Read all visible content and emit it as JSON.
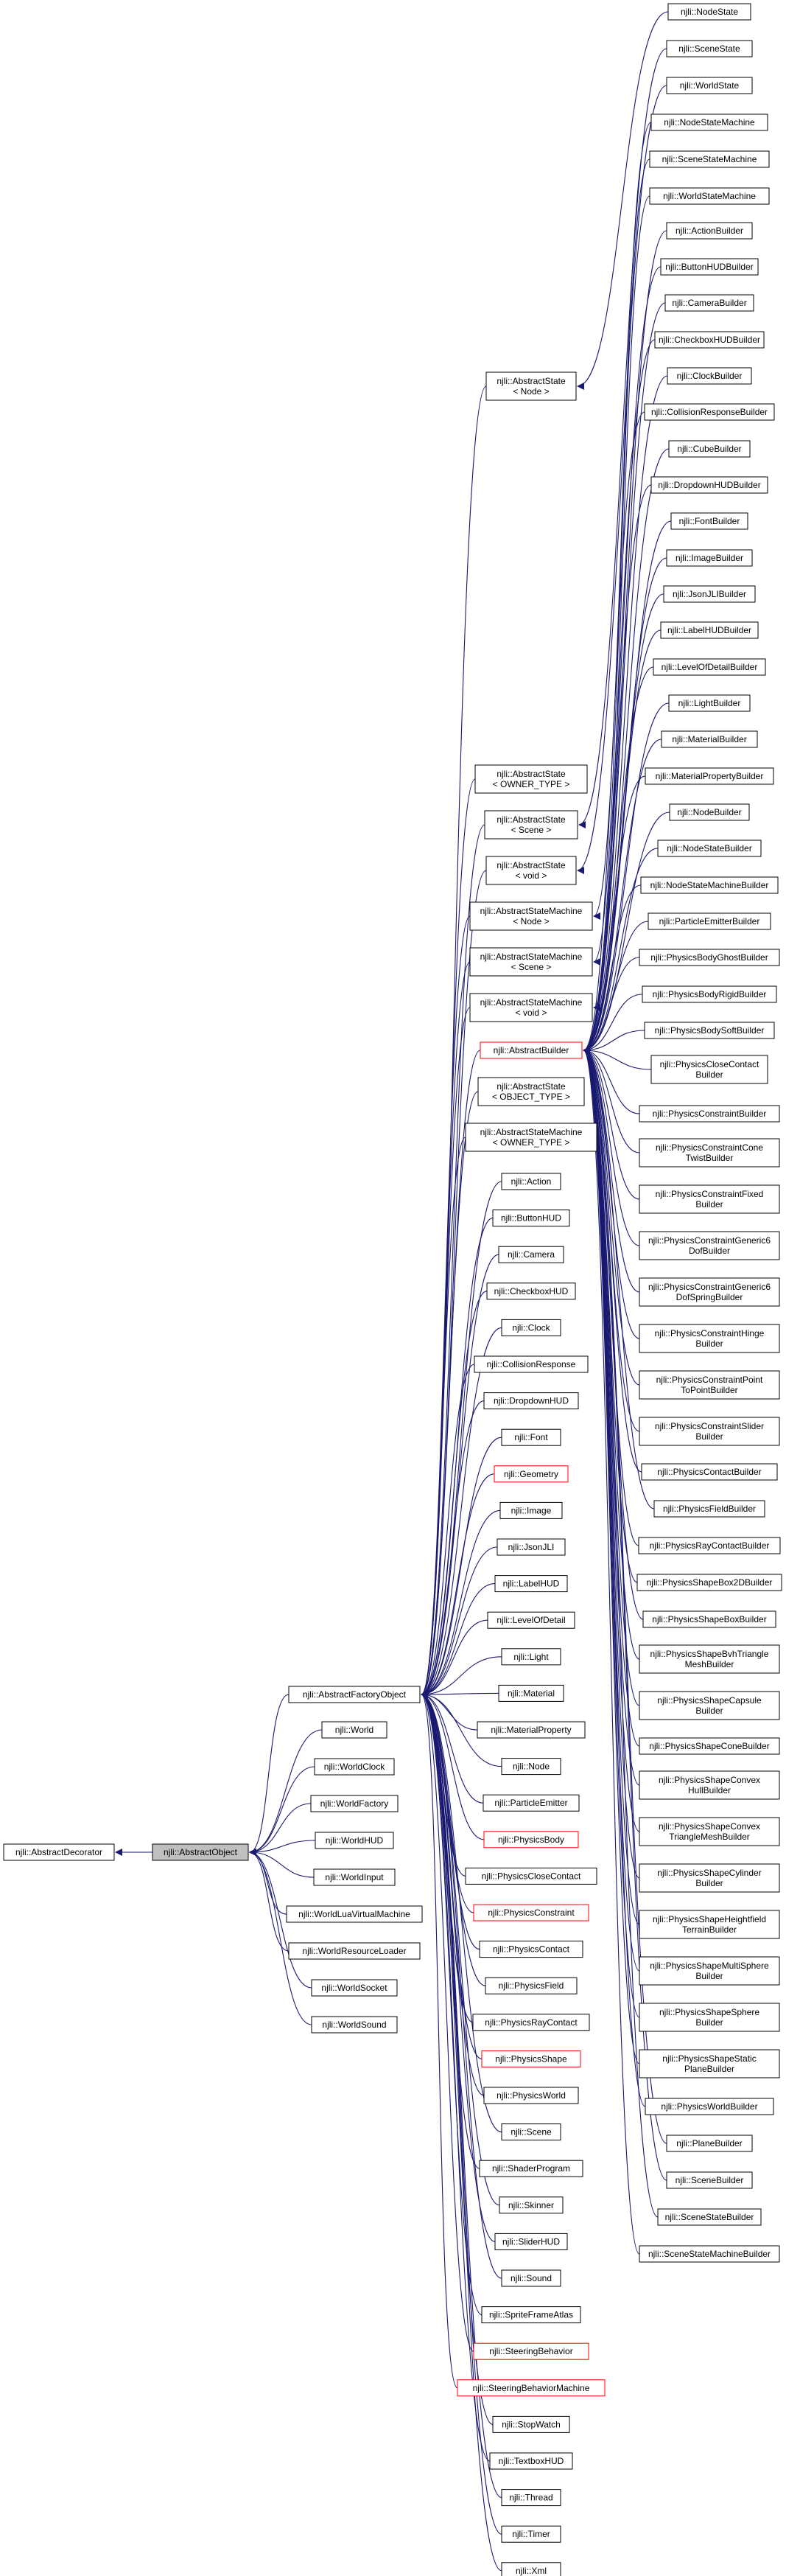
{
  "colors": {
    "edge": "#191970",
    "incomplete_border": "#ff0000",
    "node_border": "#000000",
    "root_fill": "#bfbfbf"
  },
  "nodes": [
    {
      "id": "abstractdecorator",
      "label": [
        "njli::AbstractDecorator"
      ]
    },
    {
      "id": "abstractobject",
      "label": [
        "njli::AbstractObject"
      ],
      "root": true
    },
    {
      "id": "abstractfactoryobject",
      "label": [
        "njli::AbstractFactoryObject"
      ]
    },
    {
      "id": "world",
      "label": [
        "njli::World"
      ]
    },
    {
      "id": "worldclock",
      "label": [
        "njli::WorldClock"
      ]
    },
    {
      "id": "worldfactory",
      "label": [
        "njli::WorldFactory"
      ]
    },
    {
      "id": "worldhud",
      "label": [
        "njli::WorldHUD"
      ]
    },
    {
      "id": "worldinput",
      "label": [
        "njli::WorldInput"
      ]
    },
    {
      "id": "worldluavm",
      "label": [
        "njli::WorldLuaVirtualMachine"
      ]
    },
    {
      "id": "worldresourceloader",
      "label": [
        "njli::WorldResourceLoader"
      ]
    },
    {
      "id": "worldsocket",
      "label": [
        "njli::WorldSocket"
      ]
    },
    {
      "id": "worldsound",
      "label": [
        "njli::WorldSound"
      ]
    },
    {
      "id": "as_node",
      "label": [
        "njli::AbstractState",
        "< Node >"
      ]
    },
    {
      "id": "as_owner",
      "label": [
        "njli::AbstractState",
        "< OWNER_TYPE >"
      ]
    },
    {
      "id": "as_scene",
      "label": [
        "njli::AbstractState",
        "< Scene >"
      ]
    },
    {
      "id": "as_void",
      "label": [
        "njli::AbstractState",
        "< void >"
      ]
    },
    {
      "id": "asm_node",
      "label": [
        "njli::AbstractStateMachine",
        "< Node >"
      ]
    },
    {
      "id": "asm_scene",
      "label": [
        "njli::AbstractStateMachine",
        "< Scene >"
      ]
    },
    {
      "id": "asm_void",
      "label": [
        "njli::AbstractStateMachine",
        "< void >"
      ]
    },
    {
      "id": "abstractbuilder",
      "label": [
        "njli::AbstractBuilder"
      ],
      "red": true
    },
    {
      "id": "as_object",
      "label": [
        "njli::AbstractState",
        "< OBJECT_TYPE >"
      ]
    },
    {
      "id": "asm_owner",
      "label": [
        "njli::AbstractStateMachine",
        "< OWNER_TYPE >"
      ]
    },
    {
      "id": "action",
      "label": [
        "njli::Action"
      ]
    },
    {
      "id": "buttonhud",
      "label": [
        "njli::ButtonHUD"
      ]
    },
    {
      "id": "camera",
      "label": [
        "njli::Camera"
      ]
    },
    {
      "id": "checkboxhud",
      "label": [
        "njli::CheckboxHUD"
      ]
    },
    {
      "id": "clock",
      "label": [
        "njli::Clock"
      ]
    },
    {
      "id": "collisionresponse",
      "label": [
        "njli::CollisionResponse"
      ]
    },
    {
      "id": "dropdownhud",
      "label": [
        "njli::DropdownHUD"
      ]
    },
    {
      "id": "font",
      "label": [
        "njli::Font"
      ]
    },
    {
      "id": "geometry",
      "label": [
        "njli::Geometry"
      ],
      "red": true
    },
    {
      "id": "image",
      "label": [
        "njli::Image"
      ]
    },
    {
      "id": "jsonjli",
      "label": [
        "njli::JsonJLI"
      ]
    },
    {
      "id": "labelhud",
      "label": [
        "njli::LabelHUD"
      ]
    },
    {
      "id": "levelofdetail",
      "label": [
        "njli::LevelOfDetail"
      ]
    },
    {
      "id": "light",
      "label": [
        "njli::Light"
      ]
    },
    {
      "id": "material",
      "label": [
        "njli::Material"
      ]
    },
    {
      "id": "materialproperty",
      "label": [
        "njli::MaterialProperty"
      ]
    },
    {
      "id": "node",
      "label": [
        "njli::Node"
      ]
    },
    {
      "id": "particleemitter",
      "label": [
        "njli::ParticleEmitter"
      ]
    },
    {
      "id": "physicsbody",
      "label": [
        "njli::PhysicsBody"
      ],
      "red": true
    },
    {
      "id": "physicsclosecontact",
      "label": [
        "njli::PhysicsCloseContact"
      ]
    },
    {
      "id": "physicsconstraint",
      "label": [
        "njli::PhysicsConstraint"
      ],
      "red": true
    },
    {
      "id": "physicscontact",
      "label": [
        "njli::PhysicsContact"
      ]
    },
    {
      "id": "physicsfield",
      "label": [
        "njli::PhysicsField"
      ]
    },
    {
      "id": "physicsraycontact",
      "label": [
        "njli::PhysicsRayContact"
      ]
    },
    {
      "id": "physicsshape",
      "label": [
        "njli::PhysicsShape"
      ],
      "red": true
    },
    {
      "id": "physicsworld",
      "label": [
        "njli::PhysicsWorld"
      ]
    },
    {
      "id": "scene",
      "label": [
        "njli::Scene"
      ]
    },
    {
      "id": "shaderprogram",
      "label": [
        "njli::ShaderProgram"
      ]
    },
    {
      "id": "skinner",
      "label": [
        "njli::Skinner"
      ]
    },
    {
      "id": "sliderhud",
      "label": [
        "njli::SliderHUD"
      ]
    },
    {
      "id": "sound",
      "label": [
        "njli::Sound"
      ]
    },
    {
      "id": "spriteframeatlas",
      "label": [
        "njli::SpriteFrameAtlas"
      ]
    },
    {
      "id": "steeringbehavior",
      "label": [
        "njli::SteeringBehavior"
      ],
      "red": true
    },
    {
      "id": "steeringbehaviormachine",
      "label": [
        "njli::SteeringBehaviorMachine"
      ],
      "red": true
    },
    {
      "id": "stopwatch",
      "label": [
        "njli::StopWatch"
      ]
    },
    {
      "id": "textboxhud",
      "label": [
        "njli::TextboxHUD"
      ]
    },
    {
      "id": "thread",
      "label": [
        "njli::Thread"
      ]
    },
    {
      "id": "timer",
      "label": [
        "njli::Timer"
      ]
    },
    {
      "id": "xml",
      "label": [
        "njli::Xml"
      ]
    },
    {
      "id": "nodestate",
      "label": [
        "njli::NodeState"
      ]
    },
    {
      "id": "scenestate",
      "label": [
        "njli::SceneState"
      ]
    },
    {
      "id": "worldstate",
      "label": [
        "njli::WorldState"
      ]
    },
    {
      "id": "nodestatemachine",
      "label": [
        "njli::NodeStateMachine"
      ]
    },
    {
      "id": "scenestatemachine",
      "label": [
        "njli::SceneStateMachine"
      ]
    },
    {
      "id": "worldstatemachine",
      "label": [
        "njli::WorldStateMachine"
      ]
    },
    {
      "id": "b_action",
      "label": [
        "njli::ActionBuilder"
      ]
    },
    {
      "id": "b_buttonhud",
      "label": [
        "njli::ButtonHUDBuilder"
      ]
    },
    {
      "id": "b_camera",
      "label": [
        "njli::CameraBuilder"
      ]
    },
    {
      "id": "b_checkboxhud",
      "label": [
        "njli::CheckboxHUDBuilder"
      ]
    },
    {
      "id": "b_clock",
      "label": [
        "njli::ClockBuilder"
      ]
    },
    {
      "id": "b_collisionresponse",
      "label": [
        "njli::CollisionResponseBuilder"
      ]
    },
    {
      "id": "b_cube",
      "label": [
        "njli::CubeBuilder"
      ]
    },
    {
      "id": "b_dropdownhud",
      "label": [
        "njli::DropdownHUDBuilder"
      ]
    },
    {
      "id": "b_font",
      "label": [
        "njli::FontBuilder"
      ]
    },
    {
      "id": "b_image",
      "label": [
        "njli::ImageBuilder"
      ]
    },
    {
      "id": "b_jsonjli",
      "label": [
        "njli::JsonJLIBuilder"
      ]
    },
    {
      "id": "b_labelhud",
      "label": [
        "njli::LabelHUDBuilder"
      ]
    },
    {
      "id": "b_levelofdetail",
      "label": [
        "njli::LevelOfDetailBuilder"
      ]
    },
    {
      "id": "b_light",
      "label": [
        "njli::LightBuilder"
      ]
    },
    {
      "id": "b_material",
      "label": [
        "njli::MaterialBuilder"
      ]
    },
    {
      "id": "b_materialproperty",
      "label": [
        "njli::MaterialPropertyBuilder"
      ]
    },
    {
      "id": "b_node",
      "label": [
        "njli::NodeBuilder"
      ]
    },
    {
      "id": "b_nodestate",
      "label": [
        "njli::NodeStateBuilder"
      ]
    },
    {
      "id": "b_nodestatemachine",
      "label": [
        "njli::NodeStateMachineBuilder"
      ]
    },
    {
      "id": "b_particleemitter",
      "label": [
        "njli::ParticleEmitterBuilder"
      ]
    },
    {
      "id": "b_physicsbodyghost",
      "label": [
        "njli::PhysicsBodyGhostBuilder"
      ]
    },
    {
      "id": "b_physicsbodyrigid",
      "label": [
        "njli::PhysicsBodyRigidBuilder"
      ]
    },
    {
      "id": "b_physicsbodysoft",
      "label": [
        "njli::PhysicsBodySoftBuilder"
      ]
    },
    {
      "id": "b_physicsclosecontact",
      "label": [
        "njli::PhysicsCloseContact",
        "Builder"
      ]
    },
    {
      "id": "b_physicsconstraint",
      "label": [
        "njli::PhysicsConstraintBuilder"
      ]
    },
    {
      "id": "b_constraintconetwist",
      "label": [
        "njli::PhysicsConstraintCone",
        "TwistBuilder"
      ]
    },
    {
      "id": "b_constraintfixed",
      "label": [
        "njli::PhysicsConstraintFixed",
        "Builder"
      ]
    },
    {
      "id": "b_constraintgeneric6dof",
      "label": [
        "njli::PhysicsConstraintGeneric6",
        "DofBuilder"
      ]
    },
    {
      "id": "b_constraintgeneric6dofspring",
      "label": [
        "njli::PhysicsConstraintGeneric6",
        "DofSpringBuilder"
      ]
    },
    {
      "id": "b_constrainthinge",
      "label": [
        "njli::PhysicsConstraintHinge",
        "Builder"
      ]
    },
    {
      "id": "b_constraintpointtopoint",
      "label": [
        "njli::PhysicsConstraintPoint",
        "ToPointBuilder"
      ]
    },
    {
      "id": "b_constraintslider",
      "label": [
        "njli::PhysicsConstraintSlider",
        "Builder"
      ]
    },
    {
      "id": "b_physicscontact",
      "label": [
        "njli::PhysicsContactBuilder"
      ]
    },
    {
      "id": "b_physicsfield",
      "label": [
        "njli::PhysicsFieldBuilder"
      ]
    },
    {
      "id": "b_physicsraycontact",
      "label": [
        "njli::PhysicsRayContactBuilder"
      ]
    },
    {
      "id": "b_shapebox2d",
      "label": [
        "njli::PhysicsShapeBox2DBuilder"
      ]
    },
    {
      "id": "b_shapebox",
      "label": [
        "njli::PhysicsShapeBoxBuilder"
      ]
    },
    {
      "id": "b_shapebvhtrianglemesh",
      "label": [
        "njli::PhysicsShapeBvhTriangle",
        "MeshBuilder"
      ]
    },
    {
      "id": "b_shapecapsule",
      "label": [
        "njli::PhysicsShapeCapsule",
        "Builder"
      ]
    },
    {
      "id": "b_shapecone",
      "label": [
        "njli::PhysicsShapeConeBuilder"
      ]
    },
    {
      "id": "b_shapeconvexhull",
      "label": [
        "njli::PhysicsShapeConvex",
        "HullBuilder"
      ]
    },
    {
      "id": "b_shapeconvextrianglemesh",
      "label": [
        "njli::PhysicsShapeConvex",
        "TriangleMeshBuilder"
      ]
    },
    {
      "id": "b_shapecylinder",
      "label": [
        "njli::PhysicsShapeCylinder",
        "Builder"
      ]
    },
    {
      "id": "b_shapeheightfield",
      "label": [
        "njli::PhysicsShapeHeightfield",
        "TerrainBuilder"
      ]
    },
    {
      "id": "b_shapemultisphere",
      "label": [
        "njli::PhysicsShapeMultiSphere",
        "Builder"
      ]
    },
    {
      "id": "b_shapesphere",
      "label": [
        "njli::PhysicsShapeSphere",
        "Builder"
      ]
    },
    {
      "id": "b_shapestaticplane",
      "label": [
        "njli::PhysicsShapeStatic",
        "PlaneBuilder"
      ]
    },
    {
      "id": "b_physicsworld",
      "label": [
        "njli::PhysicsWorldBuilder"
      ]
    },
    {
      "id": "b_plane",
      "label": [
        "njli::PlaneBuilder"
      ]
    },
    {
      "id": "b_scene",
      "label": [
        "njli::SceneBuilder"
      ]
    },
    {
      "id": "b_scenestate",
      "label": [
        "njli::SceneStateBuilder"
      ]
    },
    {
      "id": "b_scenestatemachine",
      "label": [
        "njli::SceneStateMachineBuilder"
      ]
    }
  ],
  "edges": [
    [
      "abstractobject",
      "abstractdecorator"
    ],
    [
      "abstractfactoryobject",
      "abstractobject"
    ],
    [
      "world",
      "abstractobject"
    ],
    [
      "worldclock",
      "abstractobject"
    ],
    [
      "worldfactory",
      "abstractobject"
    ],
    [
      "worldhud",
      "abstractobject"
    ],
    [
      "worldinput",
      "abstractobject"
    ],
    [
      "worldluavm",
      "abstractobject"
    ],
    [
      "worldresourceloader",
      "abstractobject"
    ],
    [
      "worldsocket",
      "abstractobject"
    ],
    [
      "worldsound",
      "abstractobject"
    ],
    [
      "as_node",
      "abstractfactoryobject"
    ],
    [
      "as_owner",
      "abstractfactoryobject"
    ],
    [
      "as_scene",
      "abstractfactoryobject"
    ],
    [
      "as_void",
      "abstractfactoryobject"
    ],
    [
      "asm_node",
      "abstractfactoryobject"
    ],
    [
      "asm_scene",
      "abstractfactoryobject"
    ],
    [
      "asm_void",
      "abstractfactoryobject"
    ],
    [
      "abstractbuilder",
      "abstractfactoryobject"
    ],
    [
      "as_object",
      "abstractfactoryobject"
    ],
    [
      "asm_owner",
      "abstractfactoryobject"
    ],
    [
      "action",
      "abstractfactoryobject"
    ],
    [
      "buttonhud",
      "abstractfactoryobject"
    ],
    [
      "camera",
      "abstractfactoryobject"
    ],
    [
      "checkboxhud",
      "abstractfactoryobject"
    ],
    [
      "clock",
      "abstractfactoryobject"
    ],
    [
      "collisionresponse",
      "abstractfactoryobject"
    ],
    [
      "dropdownhud",
      "abstractfactoryobject"
    ],
    [
      "font",
      "abstractfactoryobject"
    ],
    [
      "geometry",
      "abstractfactoryobject"
    ],
    [
      "image",
      "abstractfactoryobject"
    ],
    [
      "jsonjli",
      "abstractfactoryobject"
    ],
    [
      "labelhud",
      "abstractfactoryobject"
    ],
    [
      "levelofdetail",
      "abstractfactoryobject"
    ],
    [
      "light",
      "abstractfactoryobject"
    ],
    [
      "material",
      "abstractfactoryobject"
    ],
    [
      "materialproperty",
      "abstractfactoryobject"
    ],
    [
      "node",
      "abstractfactoryobject"
    ],
    [
      "particleemitter",
      "abstractfactoryobject"
    ],
    [
      "physicsbody",
      "abstractfactoryobject"
    ],
    [
      "physicsclosecontact",
      "abstractfactoryobject"
    ],
    [
      "physicsconstraint",
      "abstractfactoryobject"
    ],
    [
      "physicscontact",
      "abstractfactoryobject"
    ],
    [
      "physicsfield",
      "abstractfactoryobject"
    ],
    [
      "physicsraycontact",
      "abstractfactoryobject"
    ],
    [
      "physicsshape",
      "abstractfactoryobject"
    ],
    [
      "physicsworld",
      "abstractfactoryobject"
    ],
    [
      "scene",
      "abstractfactoryobject"
    ],
    [
      "shaderprogram",
      "abstractfactoryobject"
    ],
    [
      "skinner",
      "abstractfactoryobject"
    ],
    [
      "sliderhud",
      "abstractfactoryobject"
    ],
    [
      "sound",
      "abstractfactoryobject"
    ],
    [
      "spriteframeatlas",
      "abstractfactoryobject"
    ],
    [
      "steeringbehavior",
      "abstractfactoryobject"
    ],
    [
      "steeringbehaviormachine",
      "abstractfactoryobject"
    ],
    [
      "stopwatch",
      "abstractfactoryobject"
    ],
    [
      "textboxhud",
      "abstractfactoryobject"
    ],
    [
      "thread",
      "abstractfactoryobject"
    ],
    [
      "timer",
      "abstractfactoryobject"
    ],
    [
      "xml",
      "abstractfactoryobject"
    ],
    [
      "nodestate",
      "as_node"
    ],
    [
      "scenestate",
      "as_scene"
    ],
    [
      "worldstate",
      "as_void"
    ],
    [
      "nodestatemachine",
      "asm_node"
    ],
    [
      "scenestatemachine",
      "asm_scene"
    ],
    [
      "worldstatemachine",
      "asm_void"
    ],
    [
      "b_action",
      "abstractbuilder"
    ],
    [
      "b_buttonhud",
      "abstractbuilder"
    ],
    [
      "b_camera",
      "abstractbuilder"
    ],
    [
      "b_checkboxhud",
      "abstractbuilder"
    ],
    [
      "b_clock",
      "abstractbuilder"
    ],
    [
      "b_collisionresponse",
      "abstractbuilder"
    ],
    [
      "b_cube",
      "abstractbuilder"
    ],
    [
      "b_dropdownhud",
      "abstractbuilder"
    ],
    [
      "b_font",
      "abstractbuilder"
    ],
    [
      "b_image",
      "abstractbuilder"
    ],
    [
      "b_jsonjli",
      "abstractbuilder"
    ],
    [
      "b_labelhud",
      "abstractbuilder"
    ],
    [
      "b_levelofdetail",
      "abstractbuilder"
    ],
    [
      "b_light",
      "abstractbuilder"
    ],
    [
      "b_material",
      "abstractbuilder"
    ],
    [
      "b_materialproperty",
      "abstractbuilder"
    ],
    [
      "b_node",
      "abstractbuilder"
    ],
    [
      "b_nodestate",
      "abstractbuilder"
    ],
    [
      "b_nodestatemachine",
      "abstractbuilder"
    ],
    [
      "b_particleemitter",
      "abstractbuilder"
    ],
    [
      "b_physicsbodyghost",
      "abstractbuilder"
    ],
    [
      "b_physicsbodyrigid",
      "abstractbuilder"
    ],
    [
      "b_physicsbodysoft",
      "abstractbuilder"
    ],
    [
      "b_physicsclosecontact",
      "abstractbuilder"
    ],
    [
      "b_physicsconstraint",
      "abstractbuilder"
    ],
    [
      "b_constraintconetwist",
      "abstractbuilder"
    ],
    [
      "b_constraintfixed",
      "abstractbuilder"
    ],
    [
      "b_constraintgeneric6dof",
      "abstractbuilder"
    ],
    [
      "b_constraintgeneric6dofspring",
      "abstractbuilder"
    ],
    [
      "b_constrainthinge",
      "abstractbuilder"
    ],
    [
      "b_constraintpointtopoint",
      "abstractbuilder"
    ],
    [
      "b_constraintslider",
      "abstractbuilder"
    ],
    [
      "b_physicscontact",
      "abstractbuilder"
    ],
    [
      "b_physicsfield",
      "abstractbuilder"
    ],
    [
      "b_physicsraycontact",
      "abstractbuilder"
    ],
    [
      "b_shapebox2d",
      "abstractbuilder"
    ],
    [
      "b_shapebox",
      "abstractbuilder"
    ],
    [
      "b_shapebvhtrianglemesh",
      "abstractbuilder"
    ],
    [
      "b_shapecapsule",
      "abstractbuilder"
    ],
    [
      "b_shapecone",
      "abstractbuilder"
    ],
    [
      "b_shapeconvexhull",
      "abstractbuilder"
    ],
    [
      "b_shapeconvextrianglemesh",
      "abstractbuilder"
    ],
    [
      "b_shapecylinder",
      "abstractbuilder"
    ],
    [
      "b_shapeheightfield",
      "abstractbuilder"
    ],
    [
      "b_shapemultisphere",
      "abstractbuilder"
    ],
    [
      "b_shapesphere",
      "abstractbuilder"
    ],
    [
      "b_shapestaticplane",
      "abstractbuilder"
    ],
    [
      "b_physicsworld",
      "abstractbuilder"
    ],
    [
      "b_plane",
      "abstractbuilder"
    ],
    [
      "b_scene",
      "abstractbuilder"
    ],
    [
      "b_scenestate",
      "abstractbuilder"
    ],
    [
      "b_scenestatemachine",
      "abstractbuilder"
    ]
  ]
}
